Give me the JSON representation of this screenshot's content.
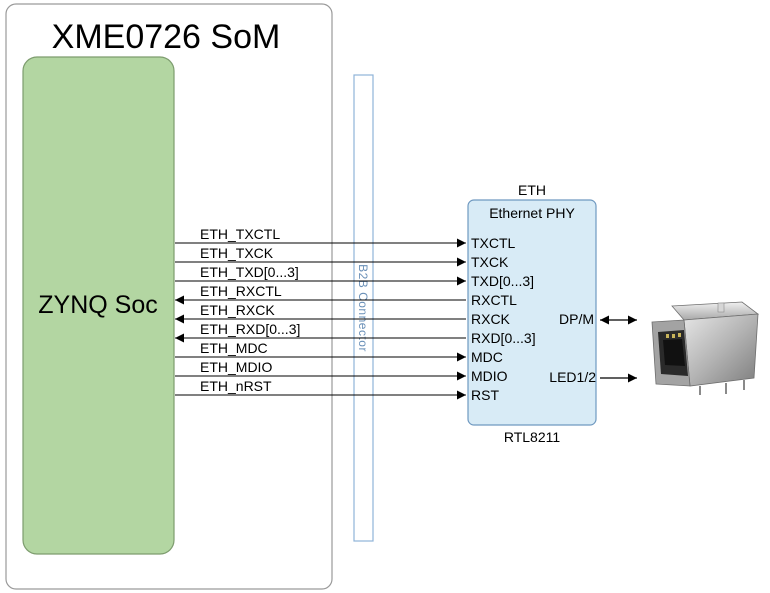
{
  "som": {
    "title": "XME0726 SoM"
  },
  "soc": {
    "label": "ZYNQ Soc"
  },
  "connector": {
    "label": "B2B Connector"
  },
  "phy": {
    "top_label": "ETH",
    "title": "Ethernet PHY",
    "chip": "RTL8211",
    "right_pins": [
      {
        "label": "DP/M",
        "direction": "bidirectional"
      },
      {
        "label": "LED1/2",
        "direction": "out"
      }
    ]
  },
  "signals": [
    {
      "net": "ETH_TXCTL",
      "pin": "TXCTL",
      "direction": "to-phy"
    },
    {
      "net": "ETH_TXCK",
      "pin": "TXCK",
      "direction": "to-phy"
    },
    {
      "net": "ETH_TXD[0...3]",
      "pin": "TXD[0...3]",
      "direction": "to-phy"
    },
    {
      "net": "ETH_RXCTL",
      "pin": "RXCTL",
      "direction": "to-soc"
    },
    {
      "net": "ETH_RXCK",
      "pin": "RXCK",
      "direction": "to-soc"
    },
    {
      "net": "ETH_RXD[0...3]",
      "pin": "RXD[0...3]",
      "direction": "to-soc"
    },
    {
      "net": "ETH_MDC",
      "pin": "MDC",
      "direction": "to-phy"
    },
    {
      "net": "ETH_MDIO",
      "pin": "MDIO",
      "direction": "to-phy"
    },
    {
      "net": "ETH_nRST",
      "pin": "RST",
      "direction": "to-phy"
    }
  ],
  "colors": {
    "som_border": "#9a9a9a",
    "soc_fill": "#b3d6a2",
    "soc_border": "#7d9c6e",
    "connector_fill": "#ffffff",
    "connector_border": "#8fb3d8",
    "phy_fill": "#d8ebf6",
    "phy_border": "#6f99c0",
    "line": "#000000"
  },
  "icons": {
    "jack": "rj45-jack-icon"
  }
}
